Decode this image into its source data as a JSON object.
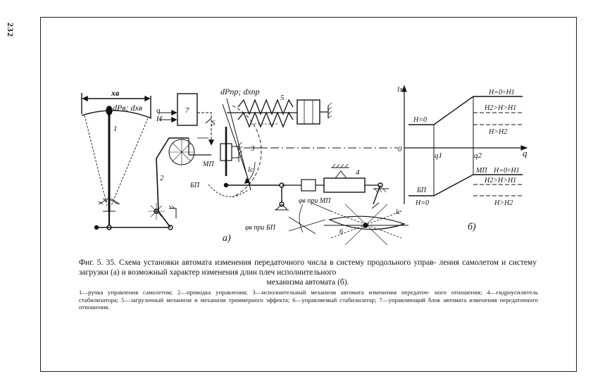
{
  "page_number": "232",
  "caption": {
    "line1": "Фиг. 5. 35. Схема установки автомата изменения передаточного числа в систему продольного управ-",
    "line2": "ления самолетом и систему загрузки (а) и возможный характер изменения длин плеч исполнительного",
    "line3": "механизма автомата (б)."
  },
  "legend": {
    "line1": "1—ручка управления самолетом; 2—проводка управления; 3—исполнительный механизм автомата изменения передаточ-",
    "line2": "ного отношения; 4—гидроусилитель стабилизатора; 5—загрузочный механизм и механизм триммерного эффекта;",
    "line3": "6—управляемый стабилизатор; 7—управляющий блок автомата изменения передаточного отношения."
  },
  "diagram_a": {
    "label": "а)",
    "xv": "xв",
    "dpv_dxv": "dPв; dxв",
    "dp_dx_pr": "dPпр; dxпр",
    "q": "q",
    "h": "H",
    "block7": "7",
    "num1": "1",
    "num2": "2",
    "num3": "3",
    "num4": "4",
    "num5": "5",
    "num6": "6",
    "s": "S",
    "mp": "МП",
    "bp": "БП",
    "lc": "lс",
    "phi_mp": "φв при МП",
    "phi_bp": "φв при БП"
  },
  "diagram_b": {
    "label": "б)",
    "yaxis": "lз",
    "xaxis": "q",
    "origin": "0",
    "q1": "q1",
    "q2": "q2",
    "h0_top": "H=0",
    "h0_bottom": "H=0",
    "range_top": "H=0÷H1",
    "h2_h_h1_top": "H2>H>H1",
    "h_gt_h2_top": "H>H2",
    "mp": "МП",
    "range_bottom": "H=0÷H1",
    "h2_h_h1_bottom": "H2>H>H1",
    "bp": "БП",
    "h_gt_h2_bottom": "H>H2",
    "lc": "lс"
  }
}
